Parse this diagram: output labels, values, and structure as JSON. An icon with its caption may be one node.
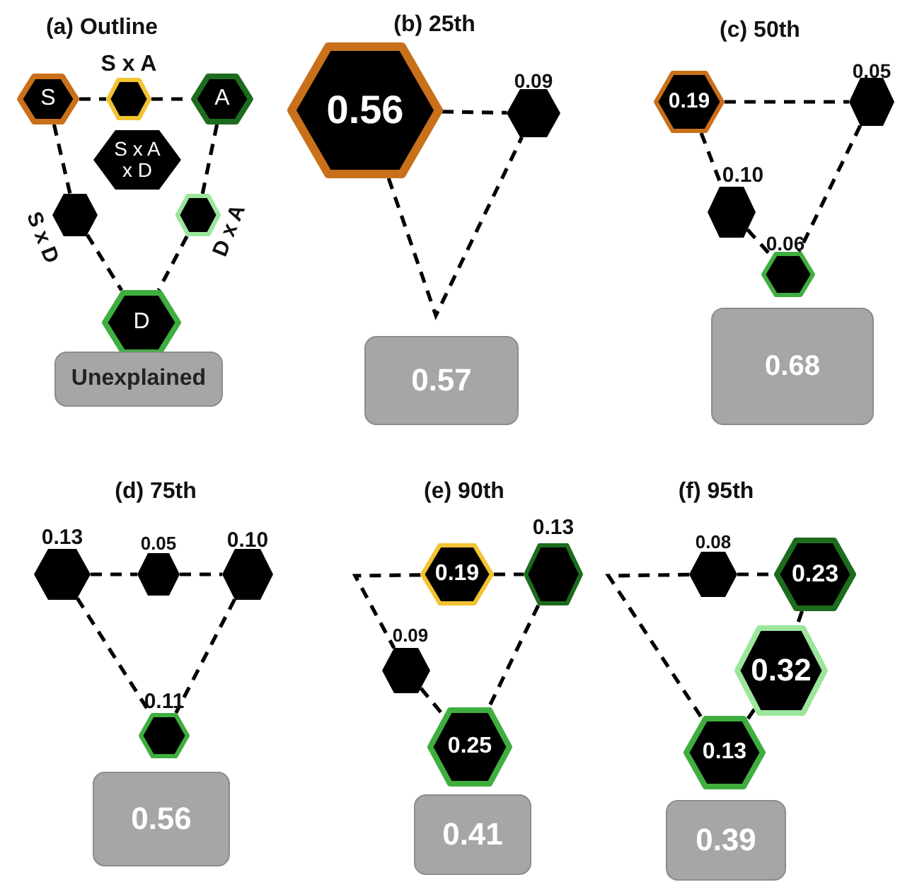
{
  "diagram": {
    "nodes": [
      {
        "text": [
          "S"
        ]
      },
      {
        "text": [],
        "shape": "hexagon",
        "beside": [
          "S x A"
        ]
      },
      {
        "text": [
          "A"
        ]
      },
      {
        "text": [
          "S x A x D"
        ]
      },
      {
        "text": [],
        "shape": "hexagon",
        "beside": [
          "S x D"
        ]
      },
      {
        "text": [],
        "shape": "hexagon",
        "beside": [
          "D x A"
        ]
      },
      {
        "text": [
          "D"
        ]
      },
      {
        "text": [
          "Unexplained"
        ]
      },
      {
        "text": [
          "0.56"
        ]
      },
      {
        "text": [],
        "shape": "hexagon",
        "beside": [
          "0.09"
        ]
      },
      {
        "text": [
          "0.57"
        ]
      },
      {
        "text": [
          "0.19"
        ]
      },
      {
        "text": [],
        "shape": "hexagon",
        "beside": [
          "0.05"
        ]
      },
      {
        "text": [],
        "shape": "hexagon",
        "beside": [
          "0.10"
        ]
      },
      {
        "text": [],
        "shape": "hexagon",
        "beside": [
          "0.06"
        ]
      },
      {
        "text": [
          "0.68"
        ]
      },
      {
        "text": [],
        "shape": "hexagon",
        "beside": [
          "0.13"
        ]
      },
      {
        "text": [],
        "shape": "hexagon",
        "beside": [
          "0.05"
        ]
      },
      {
        "text": [],
        "shape": "hexagon",
        "beside": [
          "0.10"
        ]
      },
      {
        "text": [],
        "shape": "hexagon",
        "beside": [
          "0.11"
        ]
      },
      {
        "text": [
          "0.56"
        ]
      },
      {
        "text": [
          "0.19"
        ]
      },
      {
        "text": [],
        "shape": "hexagon",
        "beside": [
          "0.13"
        ]
      },
      {
        "text": [],
        "shape": "hexagon",
        "beside": [
          "0.09"
        ]
      },
      {
        "text": [
          "0.25"
        ]
      },
      {
        "text": [
          "0.41"
        ]
      },
      {
        "text": [],
        "shape": "hexagon",
        "beside": [
          "0.08"
        ]
      },
      {
        "text": [
          "0.23"
        ]
      },
      {
        "text": [
          "0.32"
        ]
      },
      {
        "text": [
          "0.13"
        ]
      },
      {
        "text": [
          "0.39"
        ]
      }
    ],
    "edges": [
      {
        "from": 0,
        "to": 1,
        "arrow": "none",
        "style": "dashed"
      },
      {
        "from": 1,
        "to": 2,
        "arrow": "none",
        "style": "dashed"
      },
      {
        "from": 0,
        "to": 4,
        "arrow": "none",
        "style": "dashed"
      },
      {
        "from": 4,
        "to": 6,
        "arrow": "none",
        "style": "dashed"
      },
      {
        "from": 2,
        "to": 5,
        "arrow": "none",
        "style": "dashed"
      },
      {
        "from": 5,
        "to": 6,
        "arrow": "none",
        "style": "dashed"
      },
      {
        "from": 8,
        "to": 9,
        "arrow": "none",
        "style": "dashed"
      },
      {
        "from": 8,
        "to": 9,
        "arrow": "none",
        "style": "dashed"
      },
      {
        "from": 11,
        "to": 12,
        "arrow": "none",
        "style": "dashed"
      },
      {
        "from": 11,
        "to": 13,
        "arrow": "none",
        "style": "dashed"
      },
      {
        "from": 13,
        "to": 14,
        "arrow": "none",
        "style": "dashed"
      },
      {
        "from": 12,
        "to": 14,
        "arrow": "none",
        "style": "dashed"
      },
      {
        "from": 16,
        "to": 17,
        "arrow": "none",
        "style": "dashed"
      },
      {
        "from": 17,
        "to": 18,
        "arrow": "none",
        "style": "dashed"
      },
      {
        "from": 16,
        "to": 19,
        "arrow": "none",
        "style": "dashed"
      },
      {
        "from": 18,
        "to": 19,
        "arrow": "none",
        "style": "dashed"
      },
      {
        "from": 21,
        "to": 22,
        "arrow": "none",
        "style": "dashed"
      },
      {
        "from": 21,
        "to": 23,
        "arrow": "none",
        "style": "dashed"
      },
      {
        "from": 23,
        "to": 24,
        "arrow": "none",
        "style": "dashed"
      },
      {
        "from": 22,
        "to": 24,
        "arrow": "none",
        "style": "dashed"
      },
      {
        "from": 26,
        "to": 27,
        "arrow": "none",
        "style": "dashed"
      },
      {
        "from": 26,
        "to": 29,
        "arrow": "none",
        "style": "dashed"
      },
      {
        "from": 27,
        "to": 28,
        "arrow": "none",
        "style": "dashed"
      },
      {
        "from": 28,
        "to": 29,
        "arrow": "none",
        "style": "dashed"
      }
    ],
    "labels": [
      "(a) Outline",
      "(b) 25th",
      "(c) 50th",
      "(d) 75th",
      "(e) 90th",
      "(f) 95th"
    ]
  }
}
